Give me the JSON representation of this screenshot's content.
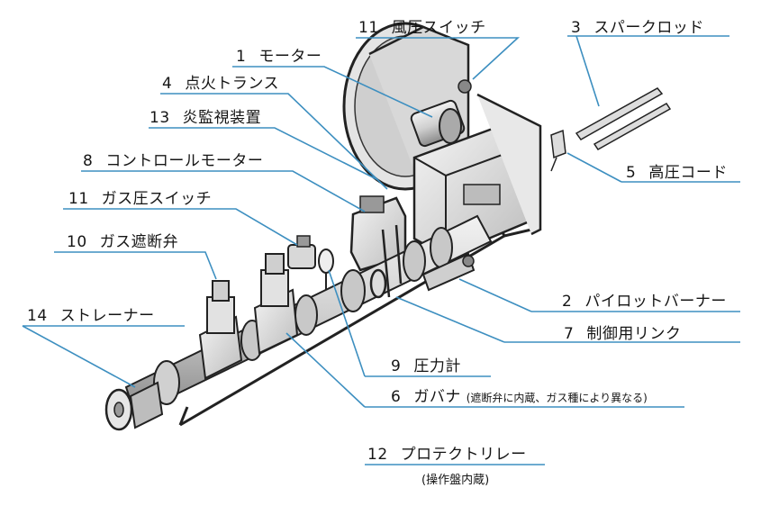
{
  "labels": [
    {
      "num": "11",
      "text": "風圧スイッチ"
    },
    {
      "num": "3",
      "text": "スパークロッド"
    },
    {
      "num": "1",
      "text": "モーター"
    },
    {
      "num": "4",
      "text": "点火トランス"
    },
    {
      "num": "13",
      "text": "炎監視装置"
    },
    {
      "num": "8",
      "text": "コントロールモーター"
    },
    {
      "num": "5",
      "text": "高圧コード"
    },
    {
      "num": "11",
      "text": "ガス圧スイッチ"
    },
    {
      "num": "10",
      "text": "ガス遮断弁"
    },
    {
      "num": "2",
      "text": "パイロットバーナー"
    },
    {
      "num": "14",
      "text": "ストレーナー"
    },
    {
      "num": "7",
      "text": "制御用リンク"
    },
    {
      "num": "9",
      "text": "圧力計"
    },
    {
      "num": "6",
      "text": "ガバナ",
      "note": "(遮断弁に内蔵、ガス種により異なる)"
    },
    {
      "num": "12",
      "text": "プロテクトリレー",
      "sub": "(操作盤内蔵)"
    }
  ],
  "colors": {
    "leader": "#3d8fc0",
    "ink": "#151515",
    "metal": "#d9d9d9"
  }
}
